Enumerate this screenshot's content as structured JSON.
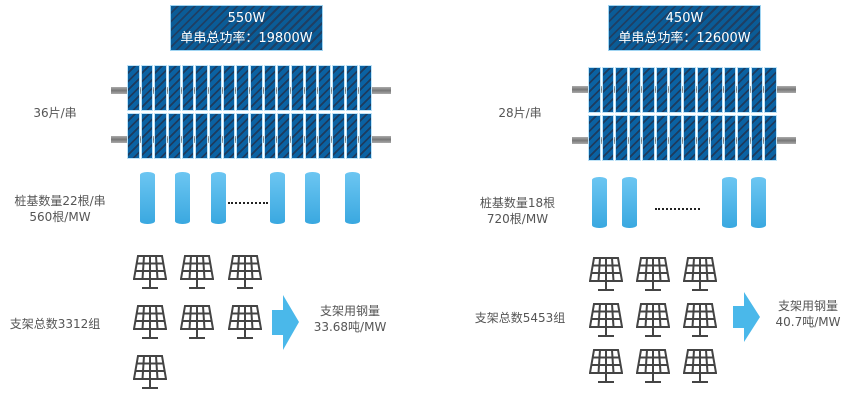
{
  "left": {
    "banner": {
      "power": "550W",
      "string_power": "单串总功率：19800W"
    },
    "modules_label": "36片/串",
    "pile_label_1": "桩基数量22根/串",
    "pile_label_2": "560根/MW",
    "support_label": "支架总数3312组",
    "steel_label_1": "支架用钢量",
    "steel_label_2": "33.68吨/MW",
    "panel_columns": 18,
    "support_icons": 7
  },
  "right": {
    "banner": {
      "power": "450W",
      "string_power": "单串总功率：12600W"
    },
    "modules_label": "28片/串",
    "pile_label_1": "桩基数量18根",
    "pile_label_2": "720根/MW",
    "support_label": "支架总数5453组",
    "steel_label_1": "支架用钢量",
    "steel_label_2": "40.7吨/MW",
    "panel_columns": 14,
    "support_icons": 9
  },
  "colors": {
    "panel": "#0a62a3",
    "pillar": "#4ab8ea",
    "arrow": "#4ab8ea",
    "icon": "#444444"
  }
}
